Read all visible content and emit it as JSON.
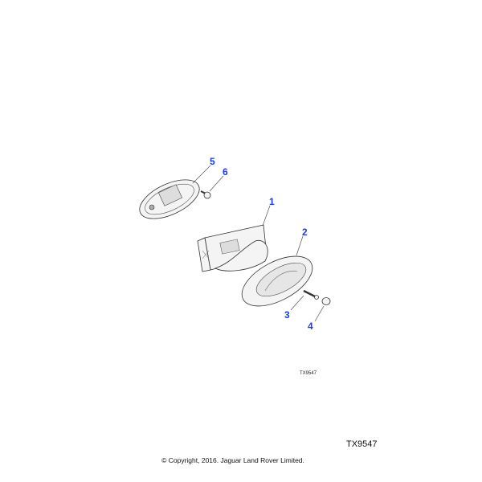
{
  "diagram": {
    "callouts": [
      {
        "id": "1",
        "label": "1"
      },
      {
        "id": "2",
        "label": "2"
      },
      {
        "id": "3",
        "label": "3"
      },
      {
        "id": "4",
        "label": "4"
      },
      {
        "id": "5",
        "label": "5"
      },
      {
        "id": "6",
        "label": "6"
      }
    ],
    "callout_color": "#1a3cf0",
    "illustration_ref": "TX9547"
  },
  "footer": {
    "ref": "TX9547",
    "copyright": "© Copyright, 2016. Jaguar Land Rover Limited."
  }
}
